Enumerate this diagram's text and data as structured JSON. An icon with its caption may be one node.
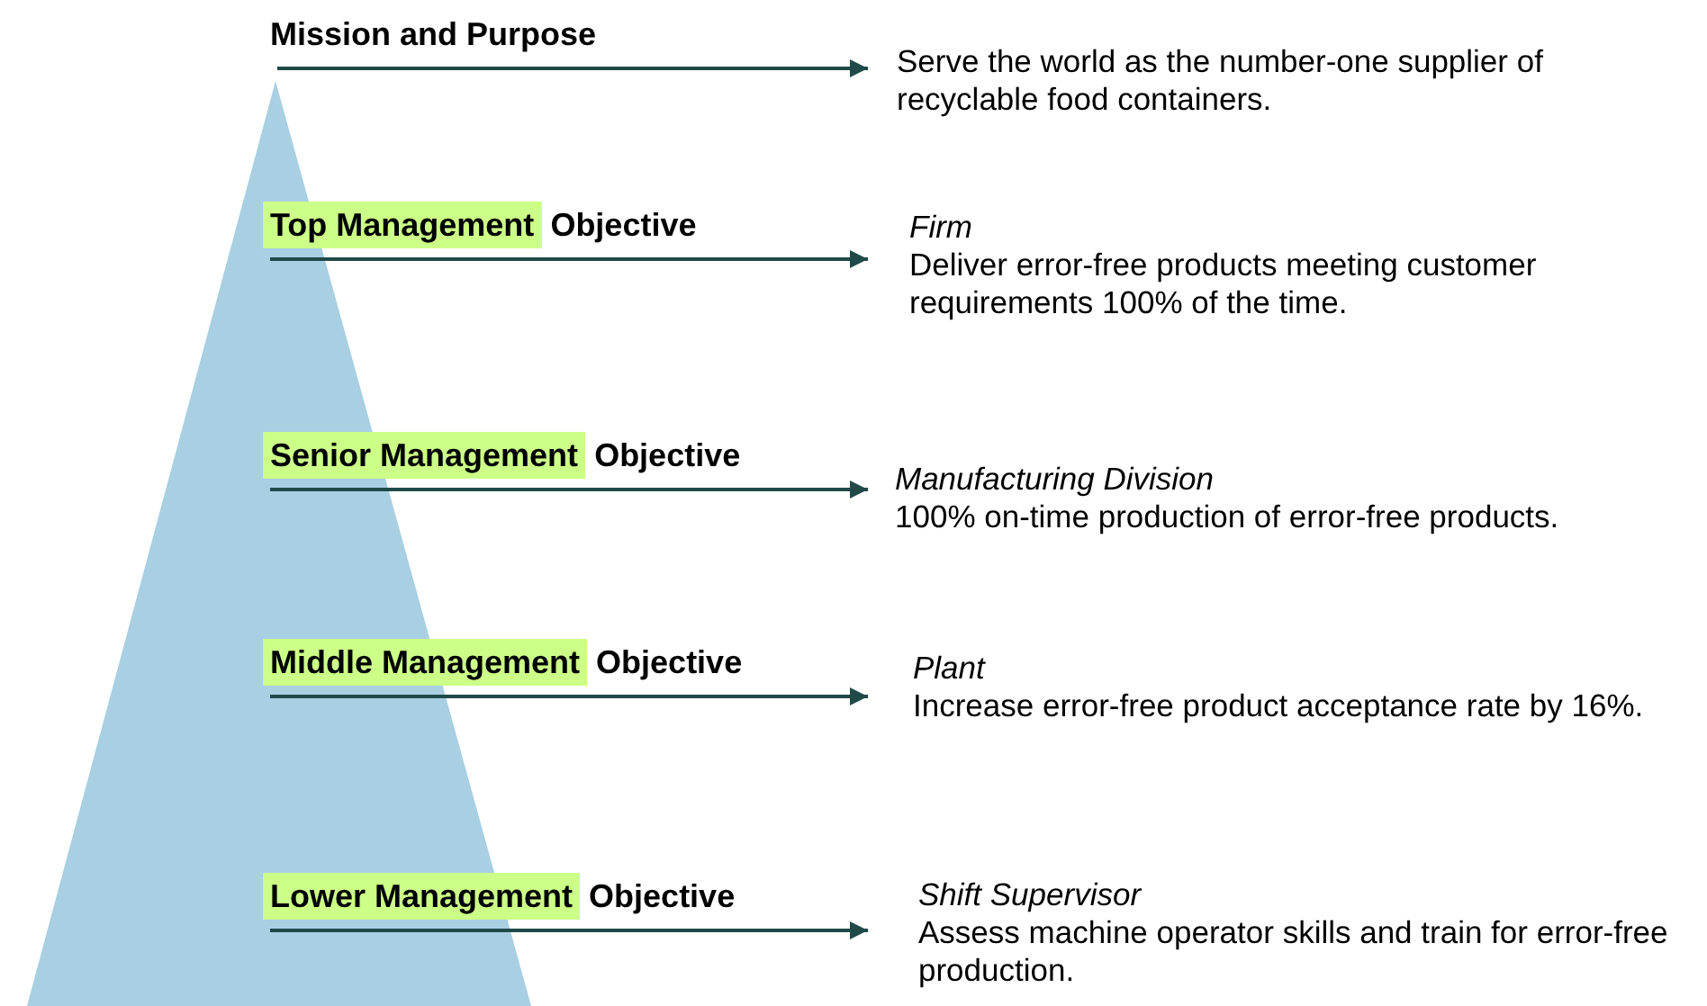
{
  "diagram": {
    "nodes": [
      {
        "text": [
          "Mission and Purpose"
        ]
      },
      {
        "text": [
          "Serve the world as the number-one supplier of recyclable food containers."
        ]
      },
      {
        "text": [
          "Top Management",
          "Objective"
        ]
      },
      {
        "text": [
          "Firm",
          "Deliver error-free products meeting customer requirements 100% of the time."
        ]
      },
      {
        "text": [
          "Senior Management",
          "Objective"
        ]
      },
      {
        "text": [
          "Manufacturing Division",
          "100% on-time production of error-free products."
        ]
      },
      {
        "text": [
          "Middle Management",
          "Objective"
        ]
      },
      {
        "text": [
          "Plant",
          "Increase error-free product acceptance rate by 16%."
        ]
      },
      {
        "text": [
          "Lower Management",
          "Objective"
        ]
      },
      {
        "text": [
          "Shift Supervisor",
          "Assess machine operator skills and train for error-free production."
        ]
      }
    ],
    "edges": [
      {
        "from": 0,
        "to": 1,
        "arrow": "to"
      },
      {
        "from": 2,
        "to": 3,
        "arrow": "to"
      },
      {
        "from": 4,
        "to": 5,
        "arrow": "to"
      },
      {
        "from": 6,
        "to": 7,
        "arrow": "to"
      },
      {
        "from": 8,
        "to": 9,
        "arrow": "to"
      }
    ]
  }
}
